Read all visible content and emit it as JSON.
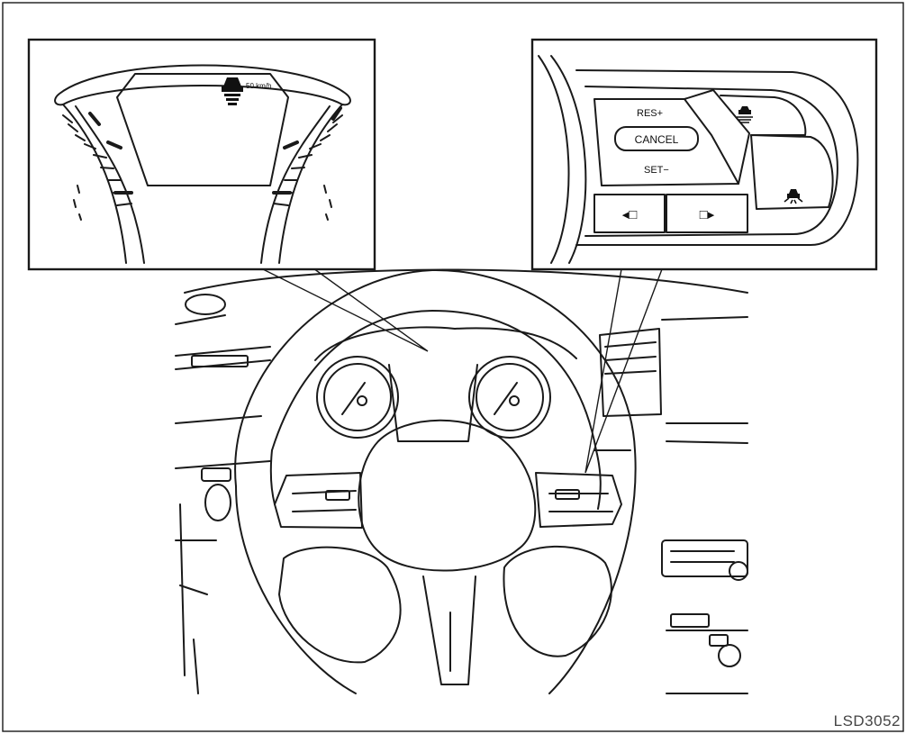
{
  "figure": {
    "code": "LSD3052",
    "cluster_inset": {
      "speed_text": "50 km/h",
      "vehicle_icon": "vehicle-ahead-icon"
    },
    "switch_inset": {
      "res_label": "RES+",
      "cancel_label": "CANCEL",
      "set_label": "SET−",
      "distance_icon": "distance-setting-icon",
      "steering_assist_icon": "steering-assist-icon",
      "prev_label": "◂□",
      "next_label": "□▸"
    }
  }
}
